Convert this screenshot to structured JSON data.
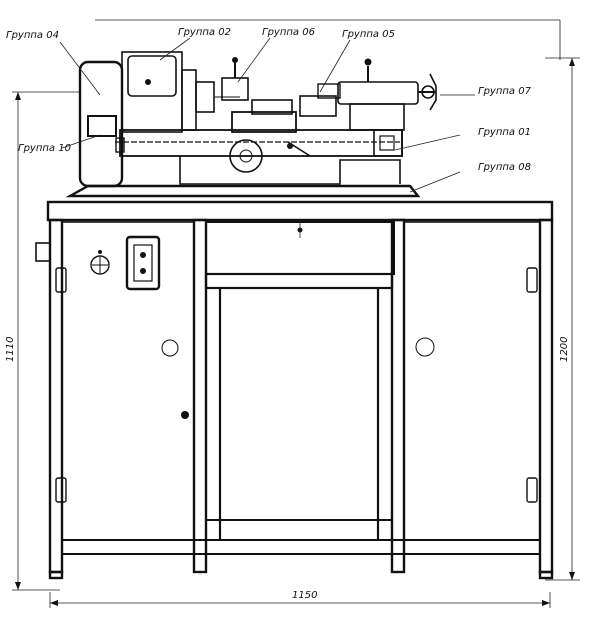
{
  "labels": {
    "group_04": "Группа 04",
    "group_02": "Группа 02",
    "group_06": "Группа 06",
    "group_05": "Группа 05",
    "group_07": "Группа 07",
    "group_10": "Группа 10",
    "group_01": "Группа 01",
    "group_08": "Группа 08"
  },
  "dimensions": {
    "overall_width": "1150",
    "left_height": "1110",
    "right_height": "1200"
  }
}
